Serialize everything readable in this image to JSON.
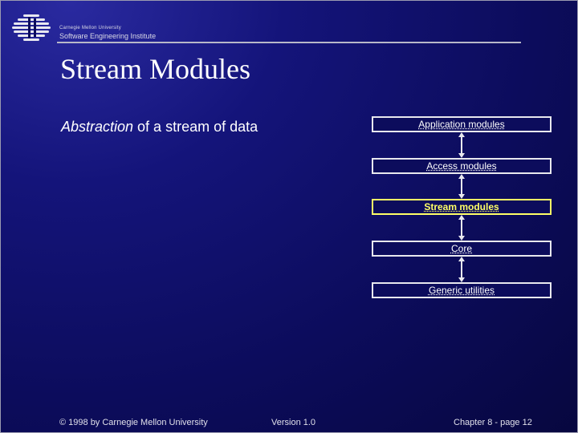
{
  "header": {
    "org_small": "Carnegie Mellon University",
    "org_large": "Software Engineering Institute",
    "logo_icon": "cmu-globe-logo-icon"
  },
  "title": "Stream Modules",
  "body": {
    "emphasis": "Abstraction",
    "rest": " of a stream of data"
  },
  "modules": [
    {
      "label": "Application modules",
      "highlighted": false
    },
    {
      "label": "Access modules",
      "highlighted": false
    },
    {
      "label": "Stream modules",
      "highlighted": true
    },
    {
      "label": "Core",
      "highlighted": false
    },
    {
      "label": "Generic utilities",
      "highlighted": false
    }
  ],
  "connector_icon": "double-arrow-icon",
  "footer": {
    "copyright": "© 1998 by Carnegie Mellon University",
    "version": "Version 1.0",
    "page": "Chapter 8 - page 12"
  },
  "colors": {
    "background": "#0c0c5c",
    "text": "#ffffff",
    "highlight": "#ffff66"
  }
}
